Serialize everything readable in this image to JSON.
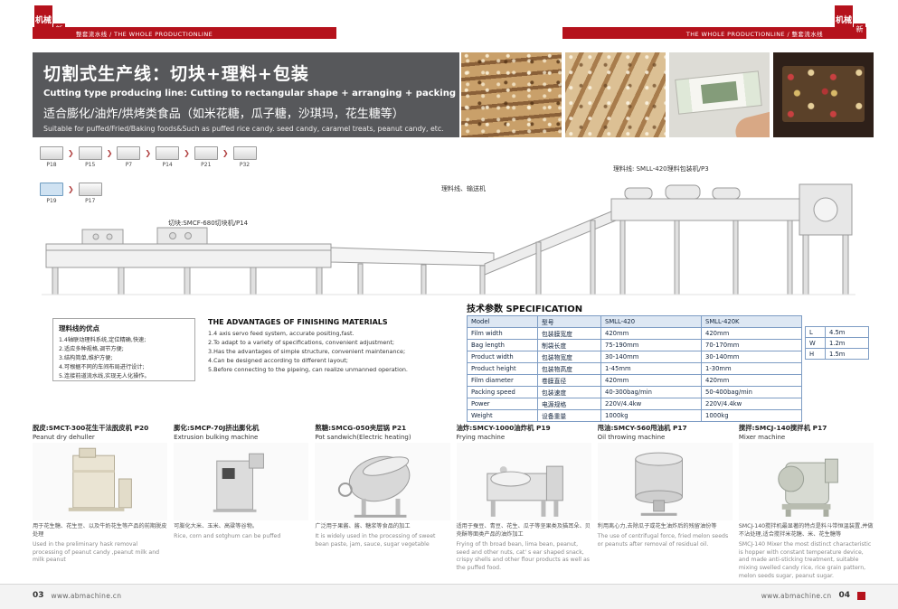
{
  "page": {
    "left_num": "03",
    "right_num": "04",
    "site": "www.abmachine.cn"
  },
  "logo": {
    "main": "机械",
    "sub": "新"
  },
  "header": {
    "left": "整套流水线 / THE WHOLE PRODUCTIONLINE",
    "right": "THE WHOLE PRODUCTIONLINE / 整套流水线"
  },
  "title": {
    "cn": "切割式生产线：切块+理料+包装",
    "en": "Cutting type producing line:  Cutting to rectangular shape + arranging + packing",
    "sub_cn": "适合膨化/油炸/烘烤类食品（如米花糖，瓜子糖，沙琪玛，花生糖等）",
    "sub_en": "Suitable for puffed/Fried/Baking foods&Such as puffed rice candy. seed candy, caramel treats, peanut candy, etc."
  },
  "flow": {
    "top": [
      "P18",
      "P15",
      "P7",
      "P14",
      "P21",
      "P32"
    ],
    "bottom": [
      "P19",
      "P17"
    ]
  },
  "diagram": {
    "cutter_label": "切块:SMCF-680切块机/P14",
    "conveyor_label": "理料线、输送机",
    "packer_label": "理料线: SMLL-420理料包装机/P3"
  },
  "advantages": {
    "title_cn": "理料线的优点",
    "items_cn": [
      "1.4轴联动理料系统,定位精确,快速;",
      "2.适应多种规格,调节方便;",
      "3.结构简单,维护方便;",
      "4.可根据不同的车间布局进行设计;",
      "5.连接前道流水线,实现无人化操作。"
    ],
    "title_en": "THE ADVANTAGES OF FINISHING MATERIALS",
    "items_en": [
      "1.4 axis servo feed system, accurate positing,fast.",
      "2.To adapt to a variety of specifications, convenient adjustment;",
      "3.Has the advantages of simple structure, convenient maintenance;",
      "4.Can be designed according to different layout;",
      "5.Before connecting to the pipeing, can realize unmanned operation."
    ]
  },
  "spec": {
    "title": "技术参数 SPECIFICATION",
    "header": {
      "en": "Model",
      "cn": "型号",
      "v1": "SMLL-420",
      "v2": "SMLL-420K"
    },
    "rows": [
      {
        "en": "Film width",
        "cn": "包装膜宽度",
        "v1": "420mm",
        "v2": "420mm"
      },
      {
        "en": "Bag length",
        "cn": "制袋长度",
        "v1": "75-190mm",
        "v2": "70-170mm"
      },
      {
        "en": "Product width",
        "cn": "包装物宽度",
        "v1": "30-140mm",
        "v2": "30-140mm"
      },
      {
        "en": "Product height",
        "cn": "包装物高度",
        "v1": "1-45mm",
        "v2": "1-30mm"
      },
      {
        "en": "Film diameter",
        "cn": "卷膜直径",
        "v1": "420mm",
        "v2": "420mm"
      },
      {
        "en": "Packing speed",
        "cn": "包装速度",
        "v1": "40-300bag/min",
        "v2": "50-400bag/min"
      },
      {
        "en": "Power",
        "cn": "电源规格",
        "v1": "220V/4.4kw",
        "v2": "220V/4.4kw"
      },
      {
        "en": "Weight",
        "cn": "设备重量",
        "v1": "1000kg",
        "v2": "1000kg"
      }
    ],
    "dims": [
      {
        "k": "L",
        "v": "4.5m"
      },
      {
        "k": "W",
        "v": "1.2m"
      },
      {
        "k": "H",
        "v": "1.5m"
      }
    ]
  },
  "machines": [
    {
      "caption_cn": "脱皮:SMCT-300花生干法脱皮机 P20",
      "caption_en": "Peanut dry dehuller",
      "desc_cn": "用于花生糖、花生豆、以及牛奶花生等产品的前期脱皮处理",
      "desc_en": "Used in the preliminary hask removal processing of peanut candy ,peanut milk and milk peanut"
    },
    {
      "caption_cn": "膨化:SMCP-70J挤出膨化机",
      "caption_en": "Extrusion bulking machine",
      "desc_cn": "可膨化大米、玉米、高粱等谷物。",
      "desc_en": "Rice, corn and sotghum can be puffed"
    },
    {
      "caption_cn": "熬糖:SMCG-050夹层锅 P21",
      "caption_en": "Pot sandwich(Electric heating)",
      "desc_cn": "广泛用于果酱、酱、糖浆等食品的加工",
      "desc_en": "It is widely used in the processing of sweet bean paste, jam, sauce, sugar vegetable"
    },
    {
      "caption_cn": "油炸:SMCY-1000油炸机 P19",
      "caption_en": "Frying machine",
      "desc_cn": "适用于蚕豆、青豆、花生、瓜子等坚果类及猫耳朵、贝壳酥等面类产品的油炸加工",
      "desc_en": "Frying of th broad bean, lima bean, peanut, seed and other nuts, cat' s ear shaped snack, crispy shells and other flour products as well as the puffed food."
    },
    {
      "caption_cn": "甩油:SMCY-560甩油机 P17",
      "caption_en": "Oil throwing machine",
      "desc_cn": "利用离心力,去除瓜子或花生油炸后的残留油份等",
      "desc_en": "The use of centrifugal force, fried melon seeds or peanuts after removal of residual oil."
    },
    {
      "caption_cn": "搅拌:SMCJ-140搅拌机 P17",
      "caption_en": "Mixer machine",
      "desc_cn": "SMCJ-140搅拌机最显著的特点是料斗带恒温装置,并做不沾处理,适合搅拌米花糖、米、花生糖等",
      "desc_en": "SMCJ-140 Mixer the most distinct characteristic is hopper with constant temperature device, and made anti-sticking treatment, suitable mixing swelled candy rice, rice grain pattern, melon seeds sugar, peanut sugar."
    }
  ]
}
